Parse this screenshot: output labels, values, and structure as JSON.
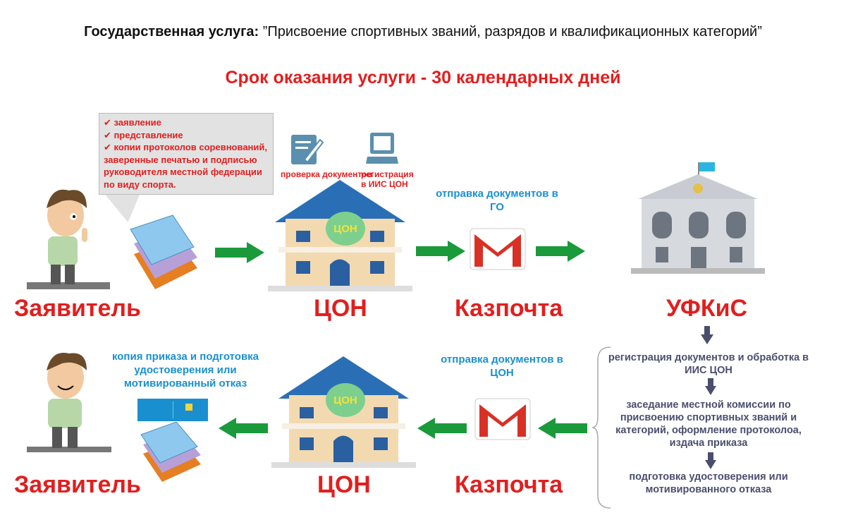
{
  "header": {
    "title_bold": "Государственная услуга:",
    "title_rest": " ”Присвоение спортивных званий, разрядов и квалификационных категорий”",
    "deadline": "Срок оказания услуги - 30 календарных дней"
  },
  "bubble": {
    "items": [
      "заявление",
      "представление",
      "копии протоколов соревнований, заверенные печатью и подписью руководителя местной федерации по виду спорта."
    ]
  },
  "icons": {
    "check_docs": "проверка документов",
    "register": "регистрация в ИИС ЦОН"
  },
  "top_row": {
    "applicant": "Заявитель",
    "con": "ЦОН",
    "con_badge": "ЦОН",
    "kazpost": "Казпочта",
    "send_go": "отправка документов в ГО",
    "ufkis": "УФКиС"
  },
  "steps": [
    "регистрация документов и обработка в ИИС ЦОН",
    "заседание местной комиссии по присвоению спортивных званий и категорий, оформление протоколоа, издача приказа",
    "подготовка удостоверения или мотивированного отказа"
  ],
  "bottom_row": {
    "applicant": "Заявитель",
    "con": "ЦОН",
    "con_badge": "ЦОН",
    "kazpost": "Казпочта",
    "send_con": "отправка документов в ЦОН",
    "result": "копия приказа и подготовка удостоверения или мотивированный отказ"
  },
  "colors": {
    "red": "#e21e1e",
    "blue": "#1a8fd0",
    "green": "#1a9a3a",
    "steps": "#4a4e6e"
  }
}
